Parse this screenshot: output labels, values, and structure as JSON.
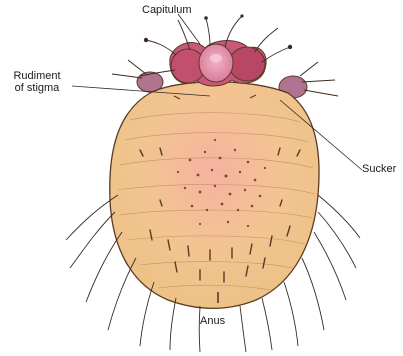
{
  "labels": {
    "capitulum": "Capitulum",
    "rudiment_line1": "Rudiment",
    "rudiment_line2": "of stigma",
    "sucker": "Sucker",
    "anus": "Anus"
  },
  "colors": {
    "body_fill": "#f2cc8c",
    "body_center": "#f4b99d",
    "capitulum_center": "#e99ab4",
    "capitulum_side": "#c24f6e",
    "leg_stub": "#a0657f",
    "outline": "#5a3a26",
    "setae": "#3a2a20"
  }
}
